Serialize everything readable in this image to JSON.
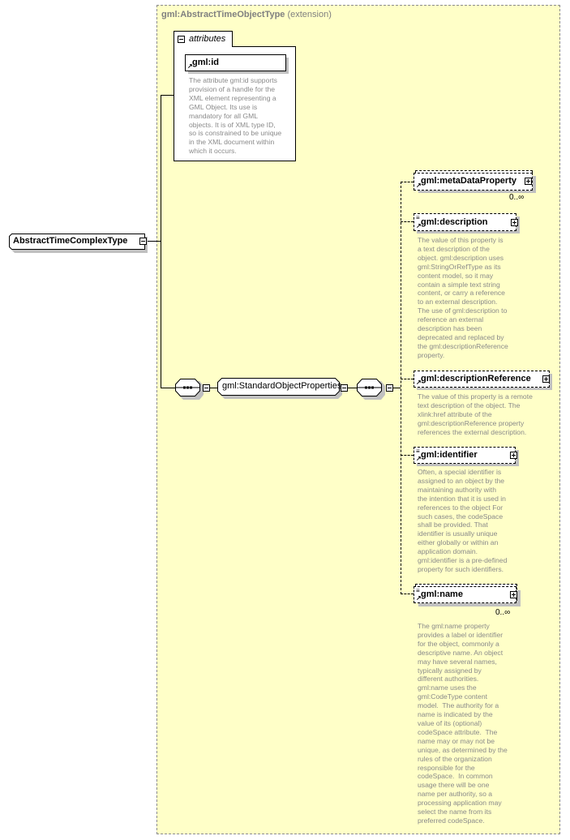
{
  "extension": {
    "type_name": "gml:AbstractTimeObjectType",
    "kind": "(extension)"
  },
  "root": {
    "label": "AbstractTimeComplexType"
  },
  "attributes": {
    "label": "attributes",
    "items": [
      {
        "name": "gml:id",
        "description": "The attribute gml:id supports\nprovision of a handle for the\nXML element representing a\nGML Object. Its use is\nmandatory for all GML\nobjects. It is of XML type ID,\nso is constrained to be unique\nin the XML document within\nwhich it occurs."
      }
    ]
  },
  "group": {
    "label": "gml:StandardObjectProperties"
  },
  "elements": [
    {
      "name": "gml:metaDataProperty",
      "cardinality": "0..∞",
      "description": ""
    },
    {
      "name": "gml:description",
      "description": "The value of this property is\na text description of the\nobject. gml:description uses\ngml:StringOrRefType as its\ncontent model, so it may\ncontain a simple text string\ncontent, or carry a reference\nto an external description.\nThe use of gml:description to\nreference an external\ndescription has been\ndeprecated and replaced by\nthe gml:descriptionReference\nproperty."
    },
    {
      "name": "gml:descriptionReference",
      "description": "The value of this property is a remote\ntext description of the object. The\nxlink:href attribute of the\ngml:descriptionReference property\nreferences the external description."
    },
    {
      "name": "gml:identifier",
      "description": "Often, a special identifier is\nassigned to an object by the\nmaintaining authority with\nthe intention that it is used in\nreferences to the object For\nsuch cases, the codeSpace\nshall be provided. That\nidentifier is usually unique\neither globally or within an\napplication domain.\ngml:identifier is a pre-defined\nproperty for such identifiers."
    },
    {
      "name": "gml:name",
      "cardinality": "0..∞",
      "description": "The gml:name property\nprovides a label or identifier\nfor the object, commonly a\ndescriptive name. An object\nmay have several names,\ntypically assigned by\ndifferent authorities.\ngml:name uses the\ngml:CodeType content\nmodel.  The authority for a\nname is indicated by the\nvalue of its (optional)\ncodeSpace attribute.  The\nname may or may not be\nunique, as determined by the\nrules of the organization\nresponsible for the\ncodeSpace.  In common\nusage there will be one\nname per authority, so a\nprocessing application may\nselect the name from its\npreferred codeSpace."
    }
  ]
}
